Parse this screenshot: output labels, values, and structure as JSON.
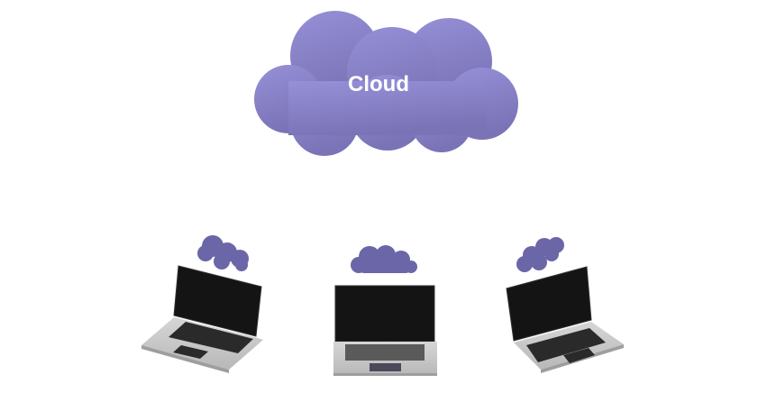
{
  "diagram": {
    "cloud": {
      "label": "Cloud",
      "fill_top": "#9690d8",
      "fill_bottom": "#7c75b8",
      "label_color": "#ffffff"
    },
    "devices": [
      {
        "type": "laptop",
        "position": "left",
        "mini_cloud": true
      },
      {
        "type": "laptop",
        "position": "center",
        "mini_cloud": true
      },
      {
        "type": "laptop",
        "position": "right",
        "mini_cloud": true
      }
    ],
    "colors": {
      "mini_cloud": "#6a66a8",
      "screen": "#141414",
      "base": "#c9c9c9",
      "keyboard": "#2a2a2a",
      "background": "#ffffff"
    }
  }
}
